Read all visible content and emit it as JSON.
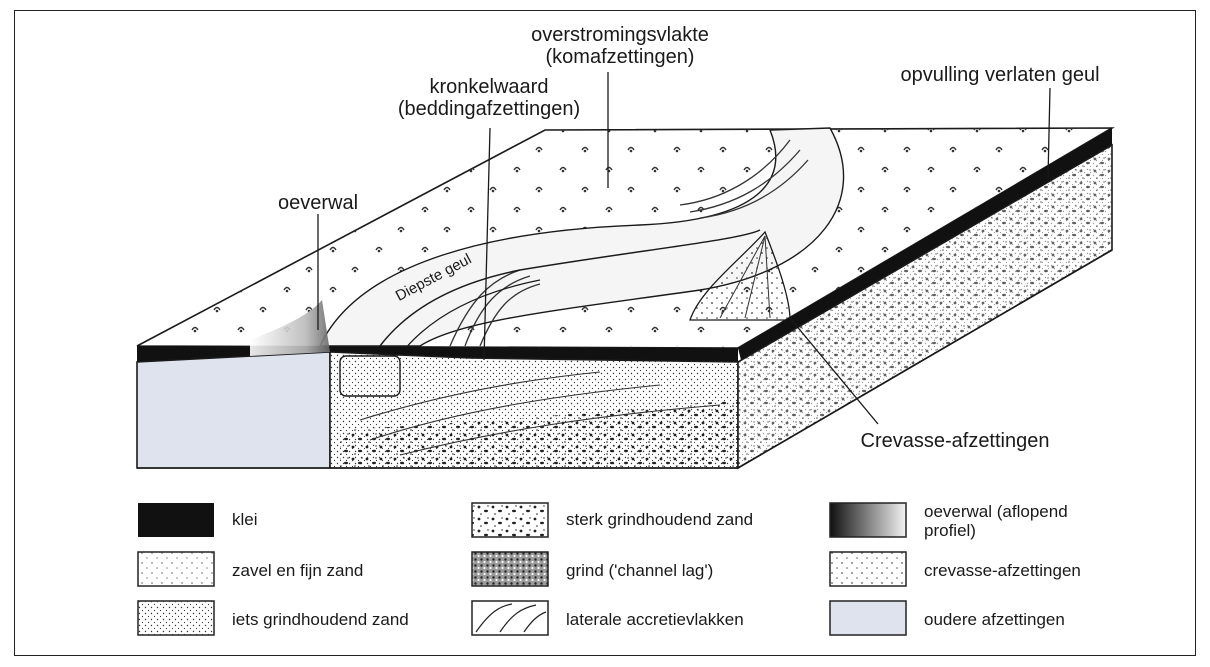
{
  "labels": {
    "overstromingsvlakte": [
      "overstromingsvlakte",
      "(komafzettingen)"
    ],
    "kronkelwaard": [
      "kronkelwaard",
      "(beddingafzettingen)"
    ],
    "opvulling": "opvulling verlaten geul",
    "oeverwal": "oeverwal",
    "diepste_geul": "Diepste geul",
    "crevasse": "Crevasse-afzettingen"
  },
  "legend": [
    {
      "key": "klei",
      "text": [
        "klei"
      ]
    },
    {
      "key": "zavel",
      "text": [
        "zavel en fijn zand"
      ]
    },
    {
      "key": "iets-grind",
      "text": [
        "iets grindhoudend zand"
      ]
    },
    {
      "key": "sterk-grind",
      "text": [
        "sterk grindhoudend zand"
      ]
    },
    {
      "key": "grind",
      "text": [
        "grind ('channel lag')"
      ]
    },
    {
      "key": "laterale",
      "text": [
        "laterale accretievlakken"
      ]
    },
    {
      "key": "oeverwal-profiel",
      "text": [
        "oeverwal (aflopend",
        "profiel)"
      ]
    },
    {
      "key": "crevasse",
      "text": [
        "crevasse-afzettingen"
      ]
    },
    {
      "key": "oudere",
      "text": [
        "oudere afzettingen"
      ]
    }
  ],
  "colors": {
    "clay": "#111111",
    "older": "#dfe3ee",
    "line": "#1a1a1a",
    "paper": "#ffffff"
  }
}
